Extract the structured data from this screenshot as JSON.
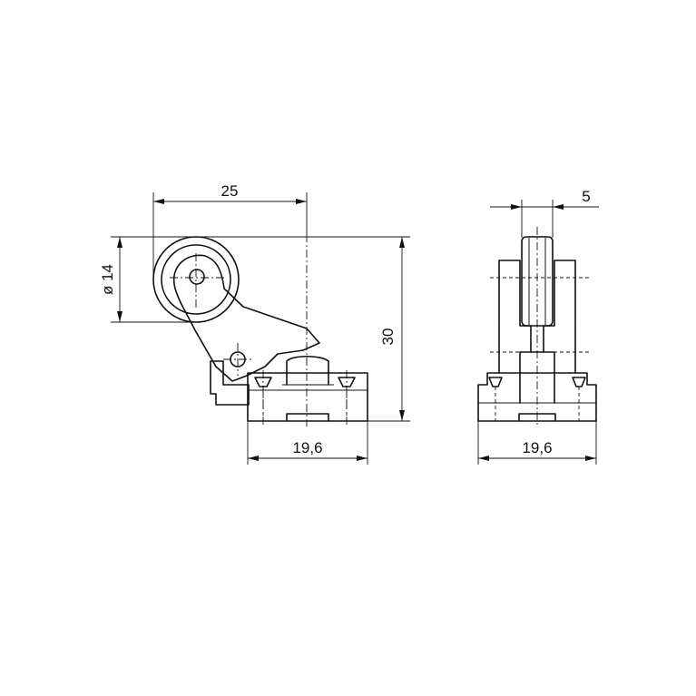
{
  "drawing": {
    "views": [
      "side-view",
      "front-view"
    ],
    "dimensions": {
      "side_width": "25",
      "roller_diameter": "ø 14",
      "total_height": "30",
      "side_base_width": "19,6",
      "front_roller_width": "5",
      "front_base_width": "19,6"
    }
  }
}
